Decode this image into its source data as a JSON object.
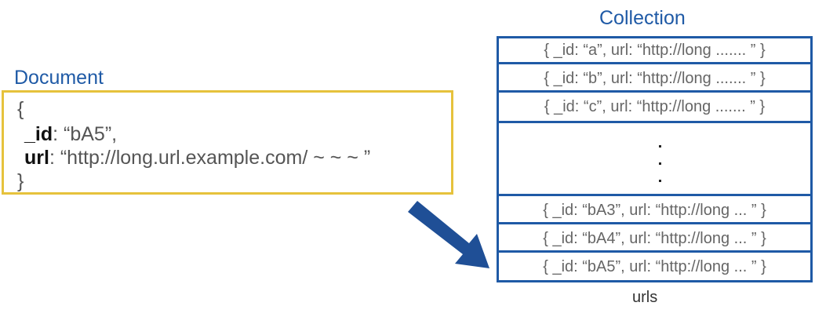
{
  "document": {
    "title": "Document",
    "open_brace": "{",
    "id_key": "_id",
    "id_rest": ": “bA5”,",
    "url_key": "url",
    "url_rest": ": “http://long.url.example.com/  ~  ~  ~ ”",
    "close_brace": "}"
  },
  "collection": {
    "title": "Collection",
    "name": "urls",
    "rows_top": [
      "{ _id: “a”,  url: “http://long ....... ” }",
      "{ _id: “b”,  url: “http://long ....... ” }",
      "{ _id: “c”,  url: “http://long ....... ” }"
    ],
    "rows_bottom": [
      "{ _id: “bA3”,  url: “http://long ... ” }",
      "{ _id: “bA4”,  url: “http://long ... ” }",
      "{ _id: “bA5”,  url: “http://long ... ” }"
    ]
  },
  "colors": {
    "accent_blue": "#1f5aa6",
    "document_border": "#e6c23c",
    "arrow": "#1f4f96"
  },
  "icons": {
    "arrow": "arrow-down-right-icon"
  }
}
